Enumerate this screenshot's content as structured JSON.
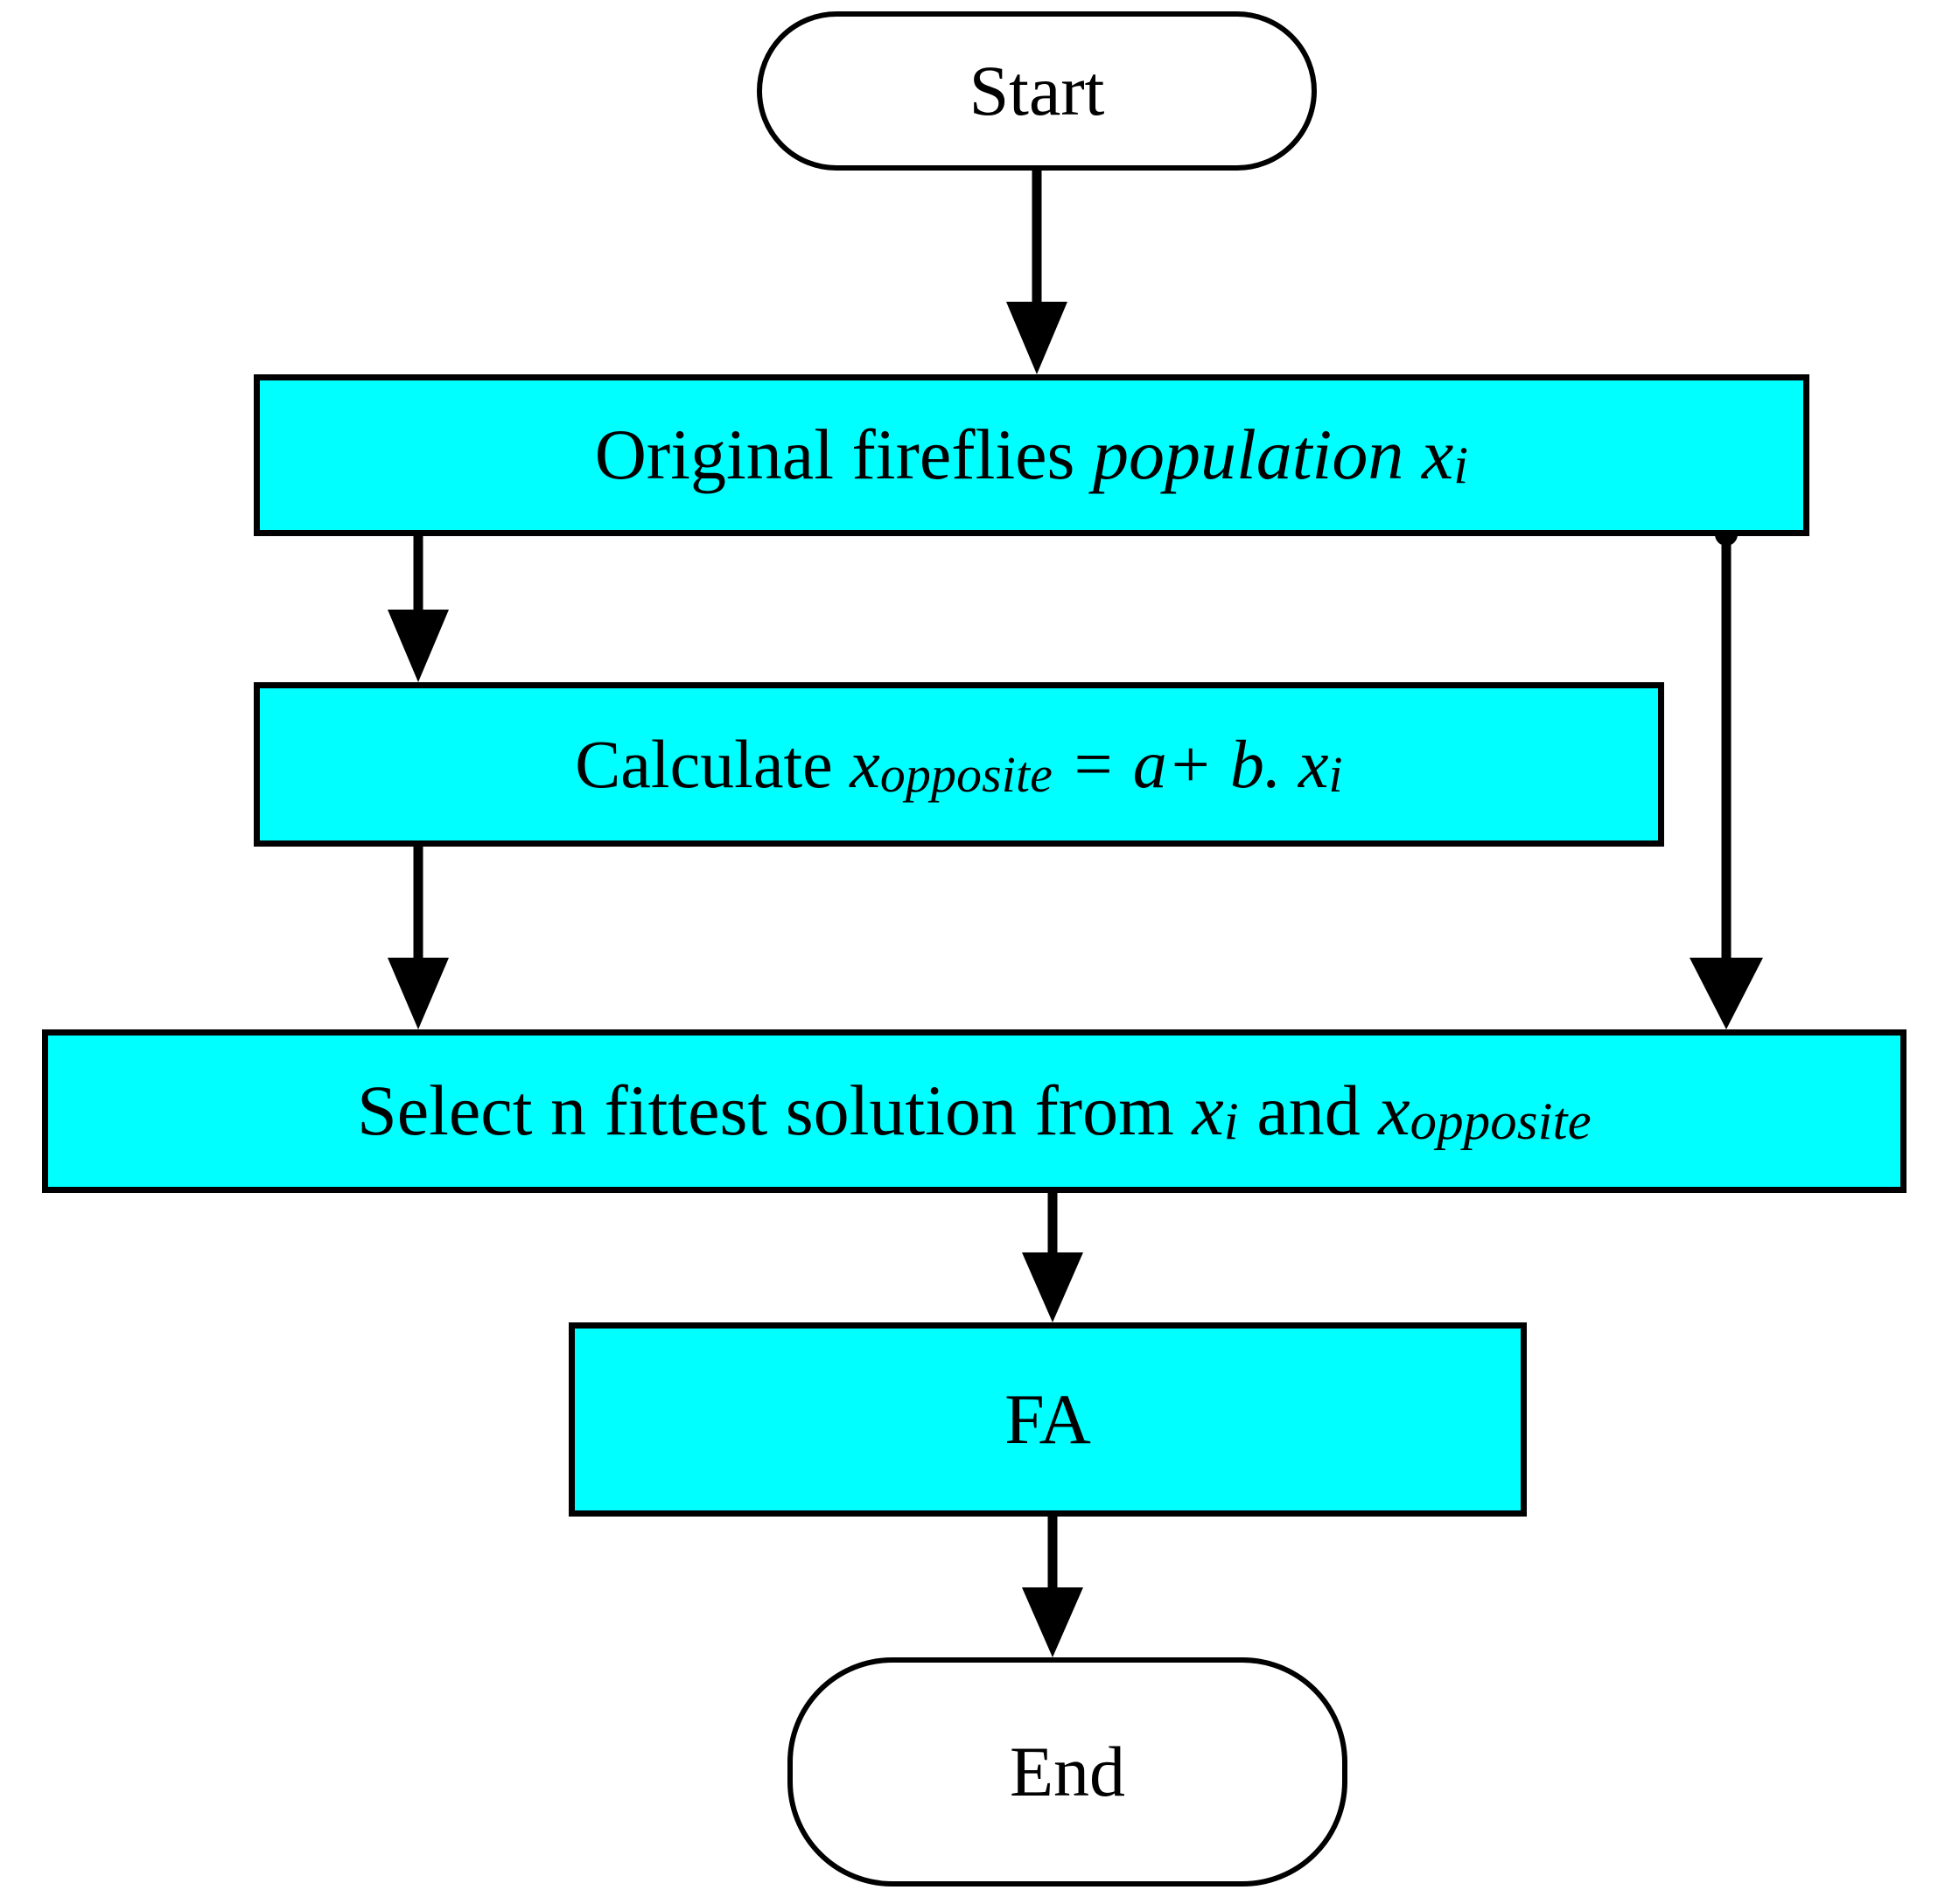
{
  "diagram": {
    "title": "Opposition-based firefly algorithm flowchart",
    "colors": {
      "process_fill": "#00FFFF",
      "terminator_fill": "#FFFFFF",
      "stroke": "#000000",
      "background": "#FFFFFF"
    },
    "nodes": [
      {
        "id": "start",
        "shape": "terminator",
        "text": "Start"
      },
      {
        "id": "original-population",
        "shape": "process",
        "text": "Original fireflies population xi",
        "parts": [
          {
            "text": "Original fireflies ",
            "style": "roman"
          },
          {
            "text": "population x",
            "style": "italic"
          },
          {
            "text": "i",
            "style": "italic-sub"
          }
        ]
      },
      {
        "id": "calculate-opposite",
        "shape": "process",
        "text": "Calculate xopposite = a+ b. xi",
        "parts": [
          {
            "text": "Calculate ",
            "style": "roman"
          },
          {
            "text": "x",
            "style": "italic"
          },
          {
            "text": "opposite",
            "style": "italic-sub"
          },
          {
            "text": " = a+ b. x",
            "style": "italic"
          },
          {
            "text": "i",
            "style": "italic-sub"
          }
        ]
      },
      {
        "id": "select-fittest",
        "shape": "process",
        "text": "Select n fittest solution from xi and xopposite",
        "parts": [
          {
            "text": "Select n fittest solution from ",
            "style": "roman"
          },
          {
            "text": "x",
            "style": "italic"
          },
          {
            "text": "i",
            "style": "italic-sub"
          },
          {
            "text": " and ",
            "style": "roman"
          },
          {
            "text": "x",
            "style": "italic"
          },
          {
            "text": "opposite",
            "style": "italic-sub"
          }
        ]
      },
      {
        "id": "fa",
        "shape": "process",
        "text": "FA"
      },
      {
        "id": "end",
        "shape": "terminator",
        "text": "End"
      }
    ],
    "edges": [
      {
        "id": "start-to-population",
        "from": "start",
        "to": "original-population",
        "label": "",
        "arrow": "down"
      },
      {
        "id": "population-to-calculate",
        "from": "original-population",
        "to": "calculate-opposite",
        "label": "",
        "arrow": "down"
      },
      {
        "id": "calculate-to-select",
        "from": "calculate-opposite",
        "to": "select-fittest",
        "label": "",
        "arrow": "down"
      },
      {
        "id": "population-to-select",
        "from": "original-population",
        "to": "select-fittest",
        "label": "",
        "arrow": "down"
      },
      {
        "id": "select-to-fa",
        "from": "select-fittest",
        "to": "fa",
        "label": "",
        "arrow": "down"
      },
      {
        "id": "fa-to-end",
        "from": "fa",
        "to": "end",
        "label": "",
        "arrow": "down"
      }
    ]
  }
}
